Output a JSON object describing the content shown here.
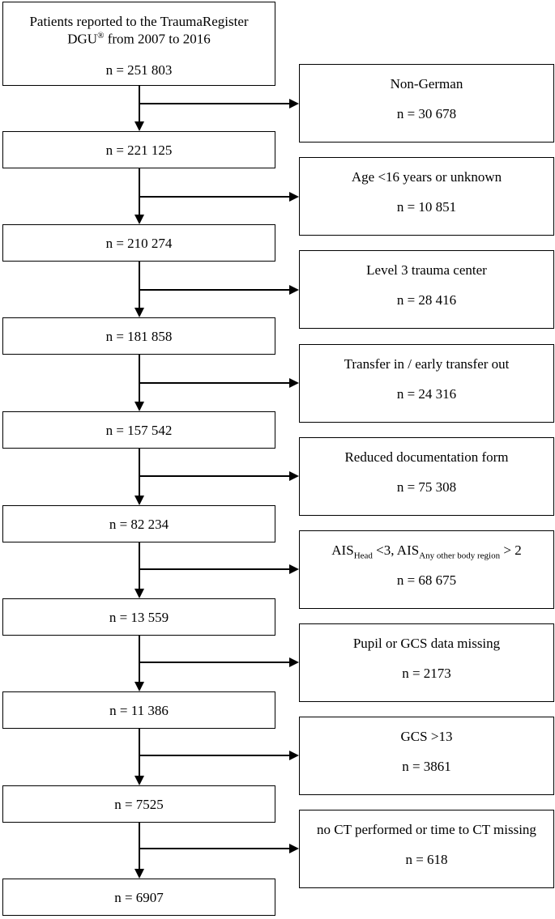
{
  "start": {
    "line1": "Patients reported to the TraumaRegister",
    "line2_pre": "DGU",
    "line2_sup": "®",
    "line2_post": " from 2007 to 2016",
    "count": "n = 251 803"
  },
  "main_boxes": [
    "n = 221 125",
    "n = 210 274",
    "n = 181 858",
    "n = 157 542",
    "n = 82 234",
    "n = 13 559",
    "n = 11 386",
    "n = 7525",
    "n = 6907"
  ],
  "exclusions": [
    {
      "label": "Non-German",
      "count": "n = 30 678"
    },
    {
      "label": "Age <16 years or unknown",
      "count": "n = 10 851"
    },
    {
      "label": "Level 3 trauma center",
      "count": "n = 28 416"
    },
    {
      "label": "Transfer in / early transfer out",
      "count": "n = 24 316"
    },
    {
      "label": "Reduced documentation form",
      "count": "n = 75 308"
    },
    {
      "label_ais": {
        "a": "AIS",
        "a_sub": "Head",
        "b": " <3, AIS",
        "b_sub": "Any other body region",
        "c": " > 2"
      },
      "count": "n = 68 675"
    },
    {
      "label": "Pupil or GCS data missing",
      "count": "n = 2173"
    },
    {
      "label": "GCS >13",
      "count": "n = 3861"
    },
    {
      "label": "no CT performed or time to CT missing",
      "count": "n = 618"
    }
  ]
}
